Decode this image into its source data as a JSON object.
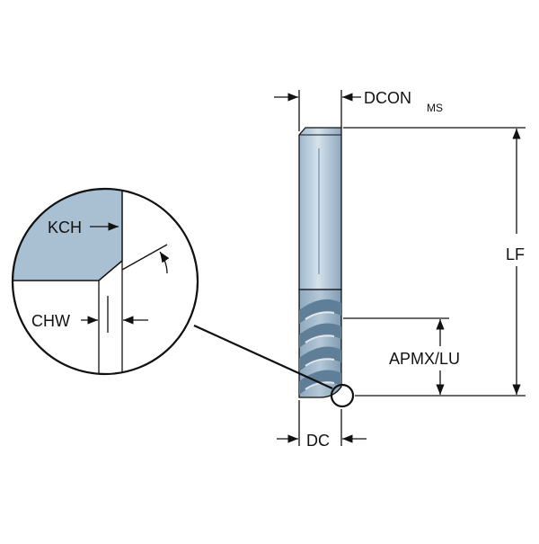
{
  "diagram": {
    "labels": {
      "dcon": "DCON",
      "dcon_sub": "MS",
      "lf": "LF",
      "apmx_lu": "APMX/LU",
      "dc": "DC",
      "kch": "KCH",
      "chw": "CHW"
    },
    "colors": {
      "shank_light": "#c9d9e6",
      "shank_dark": "#9fb8cc",
      "flute_dark": "#6f8ea7",
      "flute_light": "#b7cbdc",
      "chamfer_fill": "#a9c0d3",
      "line": "#111111"
    }
  }
}
